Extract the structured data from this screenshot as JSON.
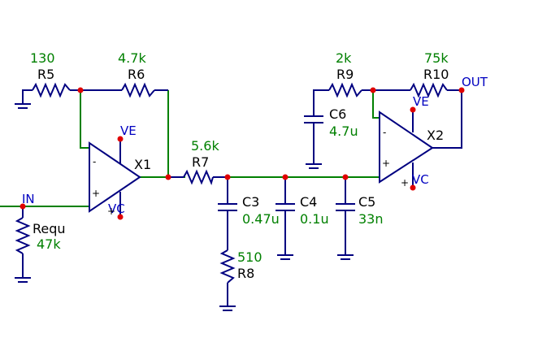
{
  "components": {
    "R5": {
      "name": "R5",
      "value": "130"
    },
    "R6": {
      "name": "R6",
      "value": "4.7k"
    },
    "R7": {
      "name": "R7",
      "value": "5.6k"
    },
    "R8": {
      "name": "R8",
      "value": "510"
    },
    "R9": {
      "name": "R9",
      "value": "2k"
    },
    "R10": {
      "name": "R10",
      "value": "75k"
    },
    "Requ": {
      "name": "Requ",
      "value": "47k"
    },
    "C3": {
      "name": "C3",
      "value": "0.47u"
    },
    "C4": {
      "name": "C4",
      "value": "0.1u"
    },
    "C5": {
      "name": "C5",
      "value": "33n"
    },
    "C6": {
      "name": "C6",
      "value": "4.7u"
    },
    "X1": {
      "name": "X1"
    },
    "X2": {
      "name": "X2"
    }
  },
  "nets": {
    "input": "IN",
    "output": "OUT",
    "positive_supply": "VE",
    "negative_supply": "VC"
  },
  "symbols": {
    "inverting": "-",
    "non_inverting": "+"
  },
  "colors": {
    "wire_signal": "#008000",
    "wire_ground": "#000080",
    "component": "#000080",
    "node": "#e00000",
    "net_label": "#0000c0",
    "value_text": "#008000"
  }
}
